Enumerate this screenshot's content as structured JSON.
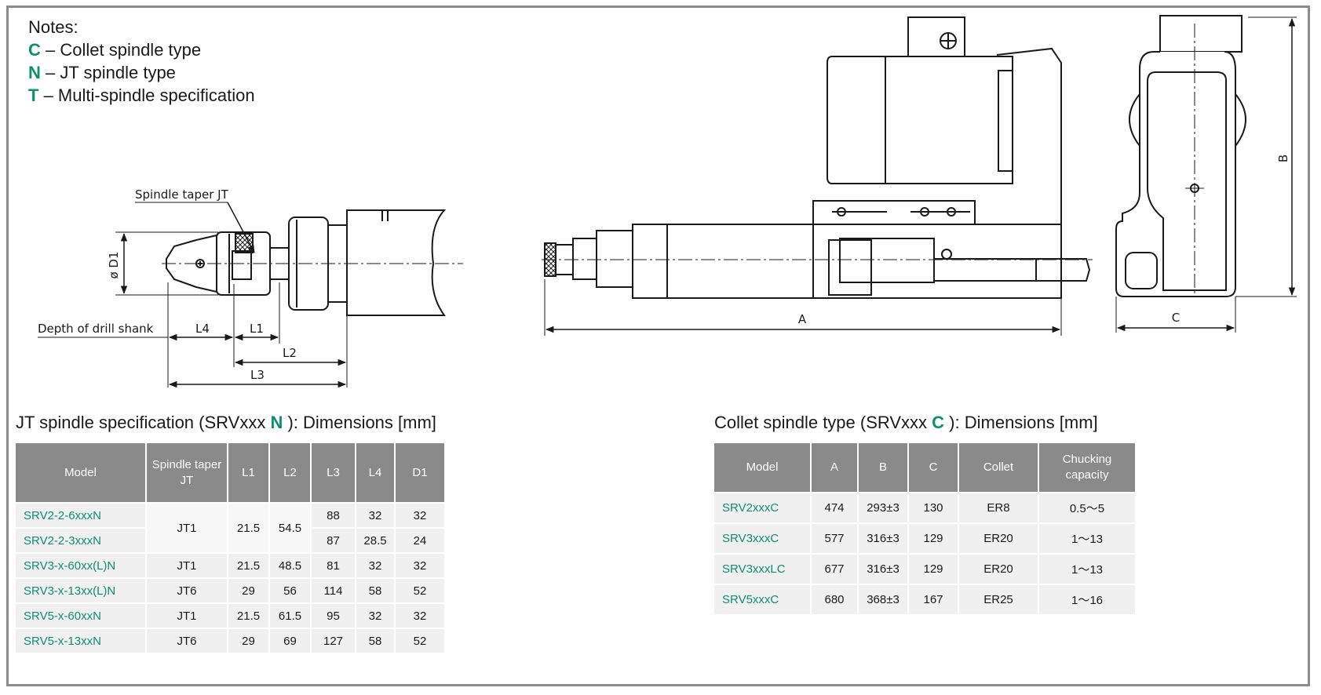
{
  "notes": {
    "title": "Notes:",
    "items": [
      {
        "code": "C",
        "text": " – Collet spindle type"
      },
      {
        "code": "N",
        "text": " – JT spindle type"
      },
      {
        "code": "T",
        "text": " – Multi-spindle specification"
      }
    ]
  },
  "drawing_labels": {
    "spindle_taper": "Spindle taper JT",
    "d1": "ø D1",
    "depth": "Depth of drill shank",
    "l1": "L1",
    "l2": "L2",
    "l3": "L3",
    "l4": "L4",
    "a": "A",
    "b": "B",
    "c": "C"
  },
  "jt_table": {
    "title_pre": "JT spindle specification (SRVxxx ",
    "title_code": "N",
    "title_post": " ): Dimensions [mm]",
    "headers": [
      "Model",
      "Spindle taper JT",
      "L1",
      "L2",
      "L3",
      "L4",
      "D1"
    ],
    "rows": [
      {
        "model": "SRV2-2-6xxxN",
        "taper": "JT1",
        "l1": "21.5",
        "l2": "54.5",
        "l3": "88",
        "l4": "32",
        "d1": "32"
      },
      {
        "model": "SRV2-2-3xxxN",
        "taper": "",
        "l1": "",
        "l2": "",
        "l3": "87",
        "l4": "28.5",
        "d1": "24"
      },
      {
        "model": "SRV3-x-60xx(L)N",
        "taper": "JT1",
        "l1": "21.5",
        "l2": "48.5",
        "l3": "81",
        "l4": "32",
        "d1": "32"
      },
      {
        "model": "SRV3-x-13xx(L)N",
        "taper": "JT6",
        "l1": "29",
        "l2": "56",
        "l3": "114",
        "l4": "58",
        "d1": "52"
      },
      {
        "model": "SRV5-x-60xxN",
        "taper": "JT1",
        "l1": "21.5",
        "l2": "61.5",
        "l3": "95",
        "l4": "32",
        "d1": "32"
      },
      {
        "model": "SRV5-x-13xxN",
        "taper": "JT6",
        "l1": "29",
        "l2": "69",
        "l3": "127",
        "l4": "58",
        "d1": "52"
      }
    ]
  },
  "collet_table": {
    "title_pre": "Collet spindle type (SRVxxx ",
    "title_code": "C",
    "title_post": " ): Dimensions [mm]",
    "headers": [
      "Model",
      "A",
      "B",
      "C",
      "Collet",
      "Chucking capacity"
    ],
    "rows": [
      {
        "model": "SRV2xxxC",
        "a": "474",
        "b": "293±3",
        "c": "130",
        "collet": "ER8",
        "cap": "0.5～5"
      },
      {
        "model": "SRV3xxxC",
        "a": "577",
        "b": "316±3",
        "c": "129",
        "collet": "ER20",
        "cap": "1～13"
      },
      {
        "model": "SRV3xxxLC",
        "a": "677",
        "b": "316±3",
        "c": "129",
        "collet": "ER20",
        "cap": "1～13"
      },
      {
        "model": "SRV5xxxC",
        "a": "680",
        "b": "368±3",
        "c": "167",
        "collet": "ER25",
        "cap": "1～16"
      }
    ]
  },
  "colors": {
    "accent": "#0f8f6d",
    "header_bg": "#8a8a8a",
    "cell_bg": "#f0f0f0",
    "frame": "#8c8c8c"
  }
}
